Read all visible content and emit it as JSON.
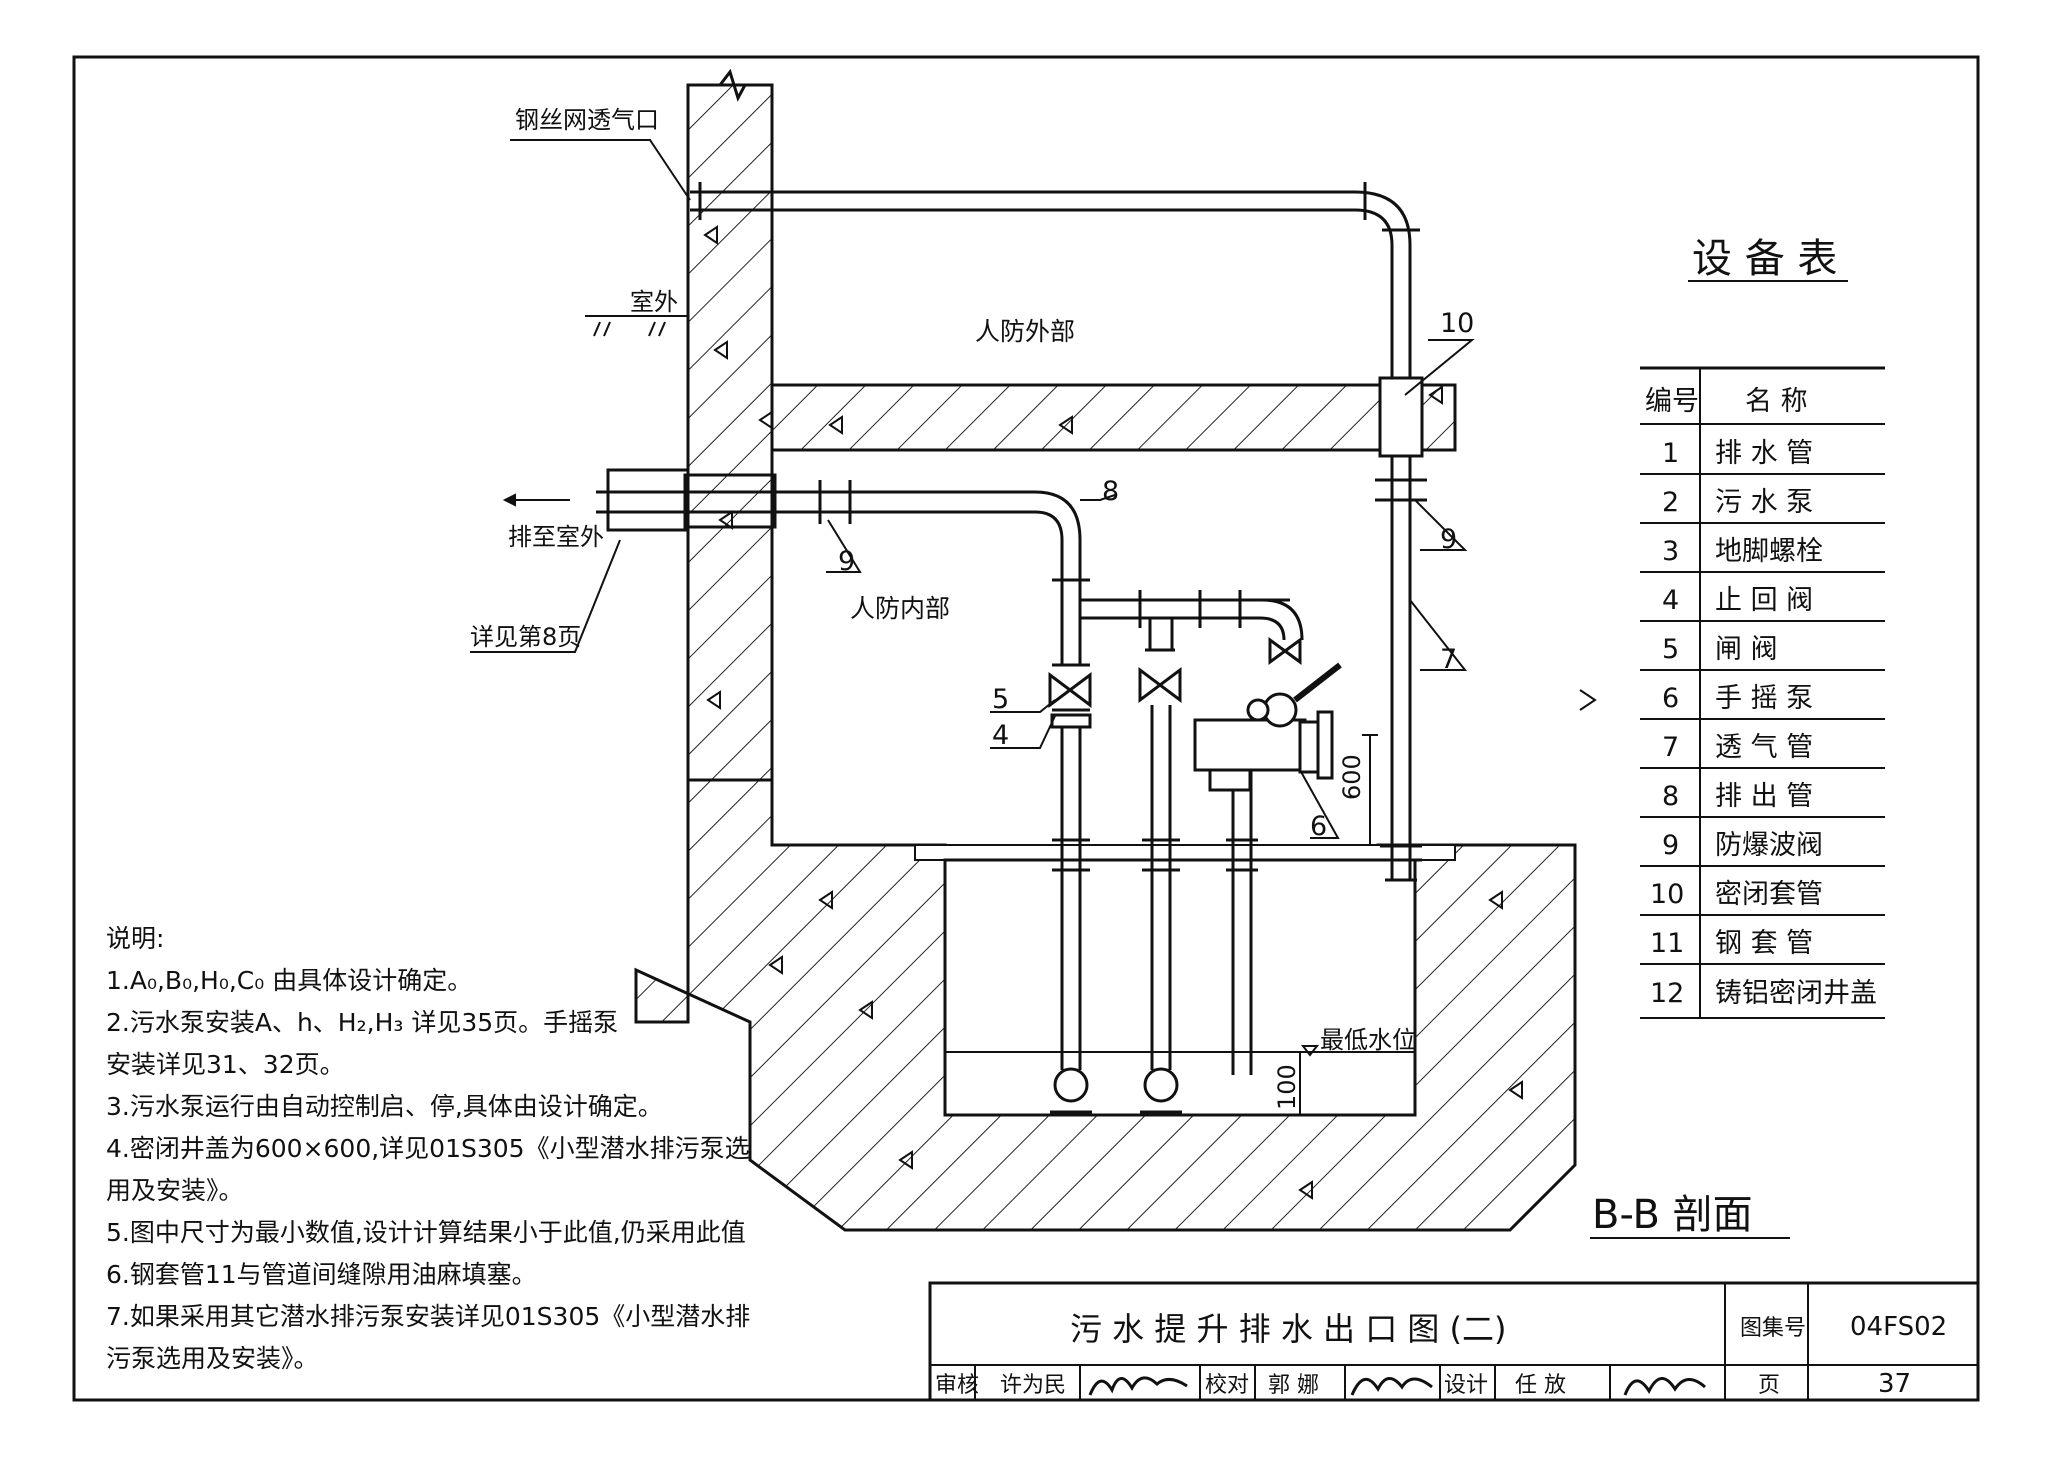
{
  "labels": {
    "vent_mesh": "钢丝网透气口",
    "outdoor": "室外",
    "civil_def_outside": "人防外部",
    "civil_def_inside": "人防内部",
    "discharge_outside": "排至室外",
    "see_page8": "详见第8页",
    "min_water_level": "最低水位",
    "dim_600": "600",
    "dim_100": "100",
    "section_title": "B-B 剖面"
  },
  "callouts": [
    "10",
    "8",
    "9",
    "9",
    "7",
    "5",
    "4",
    "6"
  ],
  "equipment_table": {
    "title": "设 备 表",
    "header": {
      "no": "编号",
      "name": "名  称"
    },
    "rows": [
      {
        "no": "1",
        "name": "排 水 管"
      },
      {
        "no": "2",
        "name": "污 水 泵"
      },
      {
        "no": "3",
        "name": "地脚螺栓"
      },
      {
        "no": "4",
        "name": "止 回 阀"
      },
      {
        "no": "5",
        "name": "闸  阀"
      },
      {
        "no": "6",
        "name": "手 摇 泵"
      },
      {
        "no": "7",
        "name": "透 气 管"
      },
      {
        "no": "8",
        "name": "排 出 管"
      },
      {
        "no": "9",
        "name": "防爆波阀"
      },
      {
        "no": "10",
        "name": "密闭套管"
      },
      {
        "no": "11",
        "name": "钢 套 管"
      },
      {
        "no": "12",
        "name": "铸铝密闭井盖"
      }
    ]
  },
  "notes": {
    "heading": "说明:",
    "lines": [
      "1.A₀,B₀,H₀,C₀ 由具体设计确定。",
      "2.污水泵安装A、h、H₂,H₃ 详见35页。手摇泵",
      "   安装详见31、32页。",
      "3.污水泵运行由自动控制启、停,具体由设计确定。",
      "4.密闭井盖为600×600,详见01S305《小型潜水排污泵选",
      "   用及安装》。",
      "5.图中尺寸为最小数值,设计计算结果小于此值,仍采用此值",
      "6.钢套管11与管道间缝隙用油麻填塞。",
      "7.如果采用其它潜水排污泵安装详见01S305《小型潜水排",
      "   污泵选用及安装》。"
    ]
  },
  "title_block": {
    "title": "污 水 提 升 排 水 出 口 图 (二)",
    "atlas_label": "图集号",
    "atlas_no": "04FS02",
    "review_label": "审核",
    "reviewer": "许为民",
    "check_label": "校对",
    "checker": "郭 娜",
    "design_label": "设计",
    "designer": "任 放",
    "page_label": "页",
    "page_no": "37"
  }
}
